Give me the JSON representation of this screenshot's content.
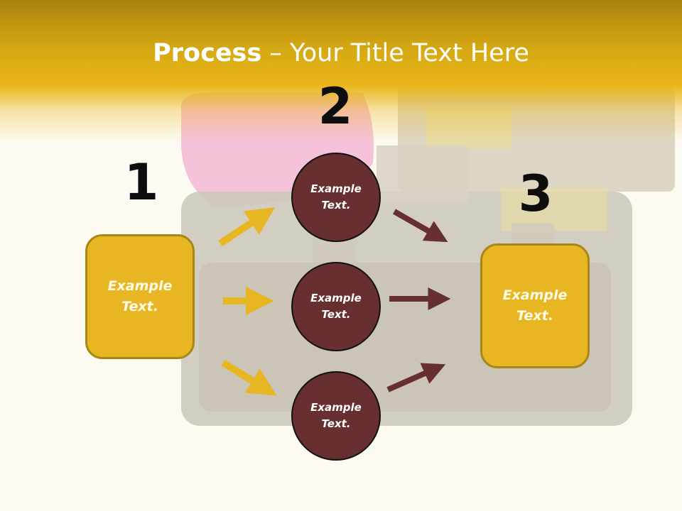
{
  "title": {
    "bold": "Process",
    "rest": " – Your Title Text Here"
  },
  "steps": {
    "one": "1",
    "two": "2",
    "three": "3"
  },
  "boxes": {
    "left": "Example\nText.",
    "right": "Example\nText."
  },
  "circles": {
    "top": "Example\nText.",
    "middle": "Example\nText.",
    "bottom": "Example\nText."
  },
  "colors": {
    "gold": "#e8b623",
    "maroon": "#672f2f",
    "header": "#d6a912"
  },
  "icons": {
    "arrow": "arrow-right-icon",
    "background": "toolbox-photo"
  }
}
